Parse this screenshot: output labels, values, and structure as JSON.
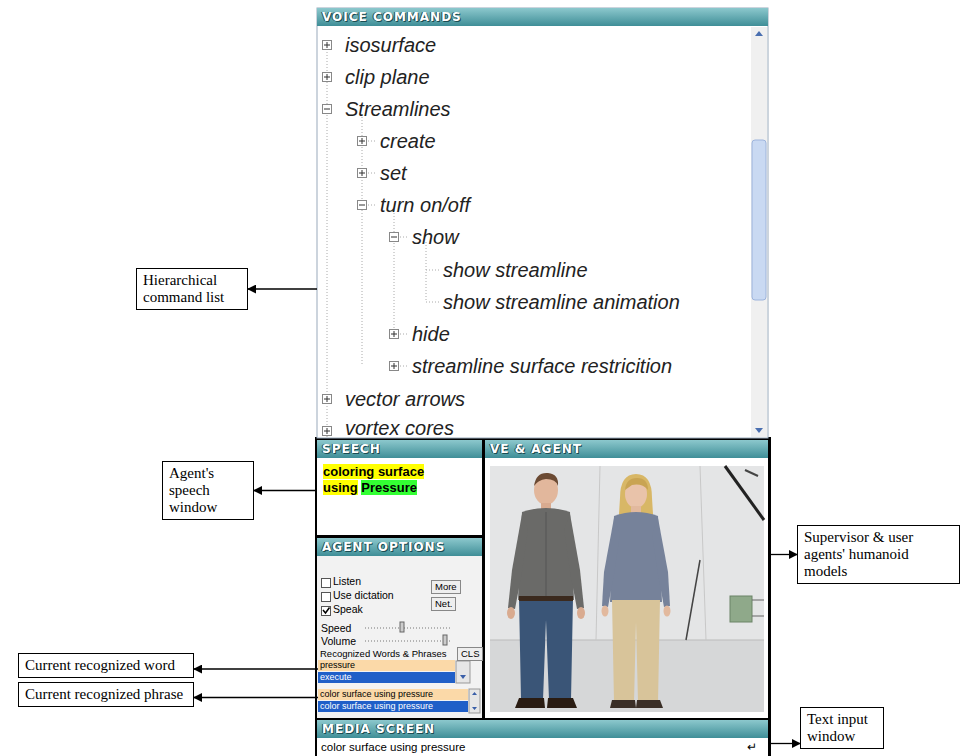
{
  "diagram": {
    "nodes": [
      {
        "text": [
          "Hierarchical command list"
        ]
      },
      {
        "text": [
          "VOICE COMMANDS",
          "isosurface",
          "clip plane",
          "Streamlines",
          "create",
          "set",
          "turn on/off",
          "show",
          "show streamline",
          "show streamline animation",
          "hide",
          "streamline surface restricition",
          "vector arrows",
          "vortex cores"
        ]
      },
      {
        "text": [
          "Agent's speech window"
        ]
      },
      {
        "text": [
          "SPEECH",
          "coloring surface using",
          "Pressure"
        ]
      },
      {
        "text": [
          "VE & AGENT"
        ]
      },
      {
        "text": [
          "Supervisor & user agents' humanoid models"
        ]
      },
      {
        "text": [
          "AGENT OPTIONS",
          "Listen",
          "Use dictation",
          "Speak",
          "More",
          "Net.",
          "Speed",
          "Volume",
          "Recognized Words & Phrases",
          "CLS"
        ]
      },
      {
        "text": [
          "pressure",
          "execute"
        ],
        "in": 6
      },
      {
        "text": [
          "color surface using pressure",
          "color surface using pressure"
        ],
        "in": 6
      },
      {
        "text": [
          "Current recognized word"
        ]
      },
      {
        "text": [
          "Current recognized phrase"
        ]
      },
      {
        "text": [
          "MEDIA SCREEN"
        ]
      },
      {
        "text": [
          "color surface using pressure",
          "↵"
        ],
        "in": 11
      },
      {
        "text": [
          "Text input window"
        ]
      }
    ],
    "edges": [
      {
        "from": 1,
        "to": 0,
        "arrow": "to"
      },
      {
        "from": 3,
        "to": 2,
        "arrow": "to"
      },
      {
        "from": 4,
        "to": 5,
        "arrow": "to"
      },
      {
        "from": 7,
        "to": 9,
        "arrow": "to"
      },
      {
        "from": 8,
        "to": 10,
        "arrow": "to"
      },
      {
        "from": 12,
        "to": 13,
        "arrow": "to"
      }
    ]
  }
}
